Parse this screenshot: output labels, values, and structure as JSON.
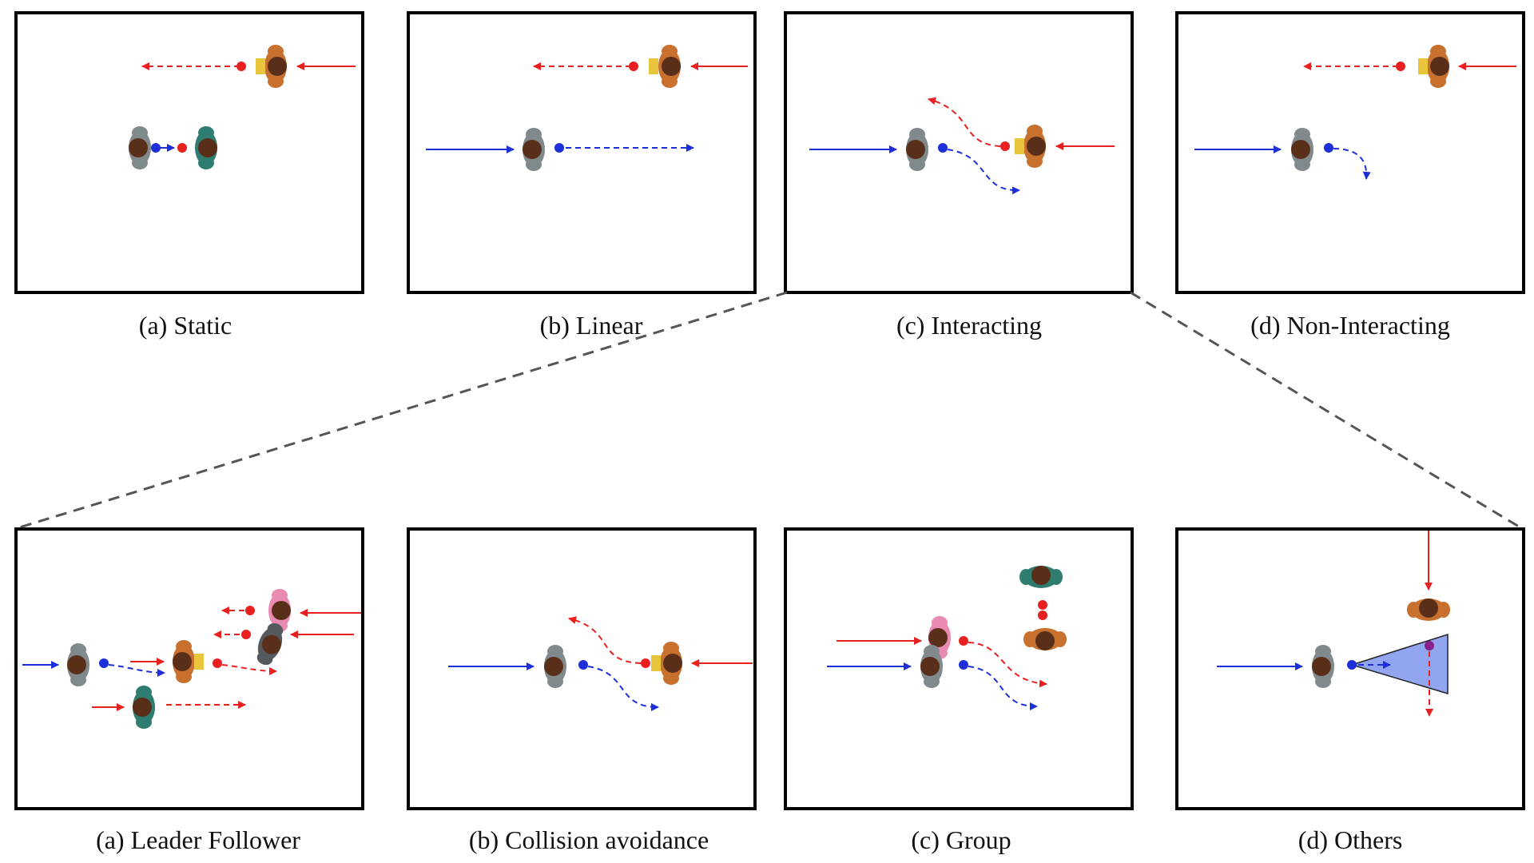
{
  "colors": {
    "frame": "#000000",
    "red": "#e8201f",
    "blue": "#1c2fd8",
    "dashed_connector": "#555555",
    "cone_fill": "#7f95ee",
    "skin_dark": "#5a2f1a",
    "hair_black": "#1b1b1b"
  },
  "top_row": {
    "captions": [
      "(a) Static",
      "(b) Linear",
      "(c) Interacting",
      "(d) Non-Interacting"
    ]
  },
  "bottom_row": {
    "captions": [
      "(a) Leader Follower",
      "(b) Collision avoidance",
      "(c) Group",
      "(d) Others"
    ]
  },
  "icons": {
    "pedestrian": "person-topdown-icon",
    "trajectory_past": "solid-arrow-icon",
    "trajectory_future": "dashed-arrow-icon",
    "field_of_view": "cone-icon"
  }
}
